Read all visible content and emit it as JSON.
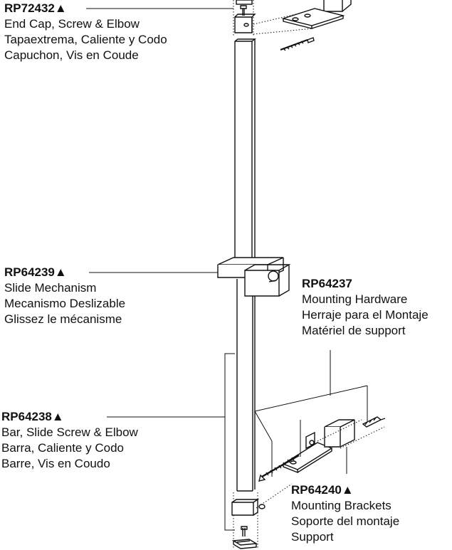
{
  "parts": [
    {
      "id": "end_cap",
      "code": "RP72432▲",
      "lines": [
        "End Cap, Screw & Elbow",
        "Tapaextrema, Caliente y Codo",
        "Capuchon, Vis en Coude"
      ]
    },
    {
      "id": "slide",
      "code": "RP64239▲",
      "lines": [
        "Slide Mechanism",
        "Mecanismo Deslizable",
        "Glissez le mécanisme"
      ]
    },
    {
      "id": "hardware",
      "code": "RP64237",
      "lines": [
        "Mounting Hardware",
        "Herraje para el Montaje",
        "Matériel de support"
      ]
    },
    {
      "id": "bar",
      "code": "RP64238▲",
      "lines": [
        "Bar, Slide Screw & Elbow",
        "Barra, Caliente y Codo",
        "Barre, Vis en Coudo"
      ]
    },
    {
      "id": "brackets",
      "code": "RP64240▲",
      "lines": [
        "Mounting Brackets",
        "Soporte del montaje",
        "Support"
      ]
    }
  ]
}
